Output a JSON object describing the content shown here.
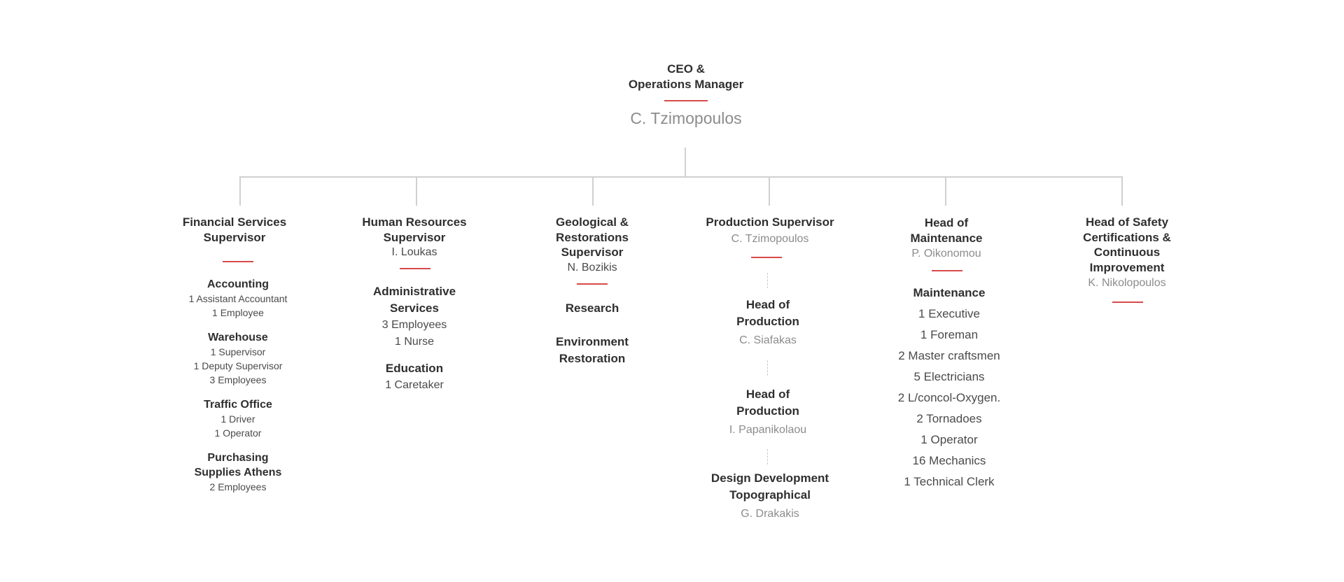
{
  "ceo": {
    "title_line1": "CEO &",
    "title_line2": "Operations Manager",
    "name": "C. Tzimopoulos"
  },
  "financial": {
    "title_line1": "Financial Services",
    "title_line2": "Supervisor",
    "groups": [
      {
        "title": "Accounting",
        "items": [
          "1 Assistant Accountant",
          "1 Employee"
        ]
      },
      {
        "title": "Warehouse",
        "items": [
          "1 Supervisor",
          "1 Deputy Supervisor",
          "3 Employees"
        ]
      },
      {
        "title": "Traffic Office",
        "items": [
          "1 Driver",
          "1 Operator"
        ]
      },
      {
        "title_line1": "Purchasing",
        "title_line2": "Supplies Athens",
        "items": [
          "2 Employees"
        ]
      }
    ]
  },
  "hr": {
    "title_line1": "Human Resources",
    "title_line2": "Supervisor",
    "name": "I. Loukas",
    "groups": [
      {
        "title_line1": "Administrative",
        "title_line2": "Services",
        "items": [
          "3 Employees",
          "1 Nurse"
        ]
      },
      {
        "title": "Education",
        "items": [
          "1 Caretaker"
        ]
      }
    ]
  },
  "geo": {
    "title_line1": "Geological &",
    "title_line2": "Restorations",
    "title_line3": "Supervisor",
    "name": "N. Bozikis",
    "groups": [
      {
        "title": "Research"
      },
      {
        "title_line1": "Environment",
        "title_line2": "Restoration"
      }
    ]
  },
  "production": {
    "title": "Production Supervisor",
    "name": "C. Tzimopoulos",
    "subs": [
      {
        "title_line1": "Head of",
        "title_line2": "Production",
        "name": "C. Siafakas"
      },
      {
        "title_line1": "Head of",
        "title_line2": "Production",
        "name": "I. Papanikolaou"
      },
      {
        "title_line1": "Design Development",
        "title_line2": "Topographical",
        "name": "G. Drakakis"
      }
    ]
  },
  "maintenance": {
    "title_line1": "Head of",
    "title_line2": "Maintenance",
    "name": "P. Oikonomou",
    "group_title": "Maintenance",
    "items": [
      "1 Executive",
      "1 Foreman",
      "2 Master craftsmen",
      "5 Electricians",
      "2 L/concol-Oxygen.",
      "2 Tornadoes",
      "1 Operator",
      "16 Mechanics",
      "1 Technical Clerk"
    ]
  },
  "safety": {
    "title_line1": "Head of Safety",
    "title_line2": "Certifications &",
    "title_line3": "Continuous",
    "title_line4": "Improvement",
    "name": "K. Nikolopoulos"
  },
  "colors": {
    "accent": "#d8494b",
    "connector": "#d0d0d0",
    "text": "#2f2f2f",
    "muted": "#8c8c8c"
  }
}
